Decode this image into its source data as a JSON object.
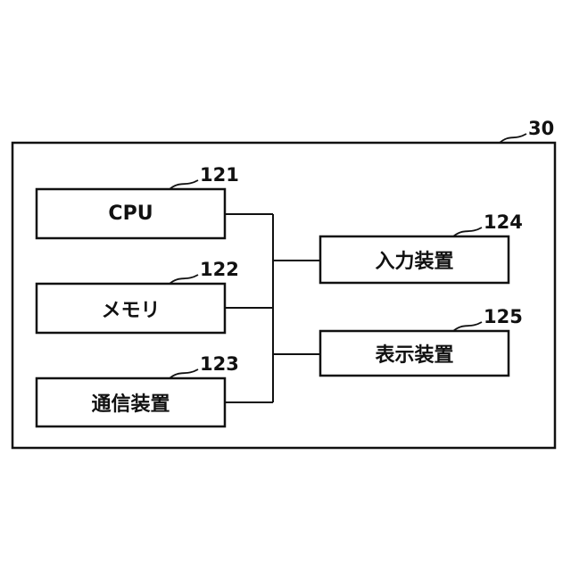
{
  "outer": {
    "ref": "30"
  },
  "boxes": [
    {
      "text": "CPU",
      "ref": "121"
    },
    {
      "text": "メモリ",
      "ref": "122"
    },
    {
      "text": "通信装置",
      "ref": "123"
    },
    {
      "text": "入力装置",
      "ref": "124"
    },
    {
      "text": "表示装置",
      "ref": "125"
    }
  ]
}
